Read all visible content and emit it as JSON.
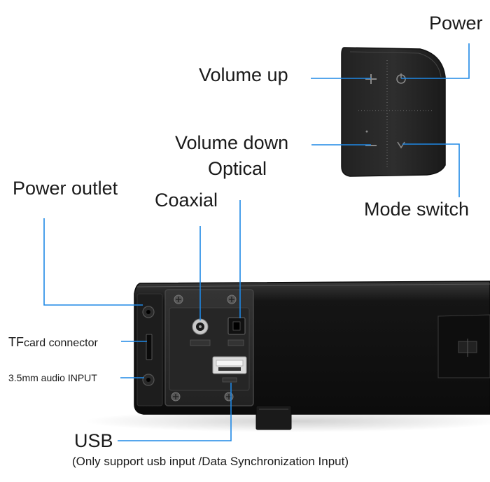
{
  "labels": {
    "power": "Power",
    "volume_up": "Volume up",
    "volume_down": "Volume down",
    "optical": "Optical",
    "power_outlet": "Power outlet",
    "coaxial": "Coaxial",
    "mode_switch": "Mode switch",
    "tf_card_prefix": "TF",
    "tf_card_suffix": "card connector",
    "audio_input": "3.5mm audio INPUT",
    "usb": "USB",
    "usb_note": "(Only support usb input /Data Synchronization Input)"
  },
  "colors": {
    "callout_line": "#1e88e5",
    "device_body": "#1b1b1b",
    "panel": "#2a2a2a",
    "background": "#ffffff"
  }
}
